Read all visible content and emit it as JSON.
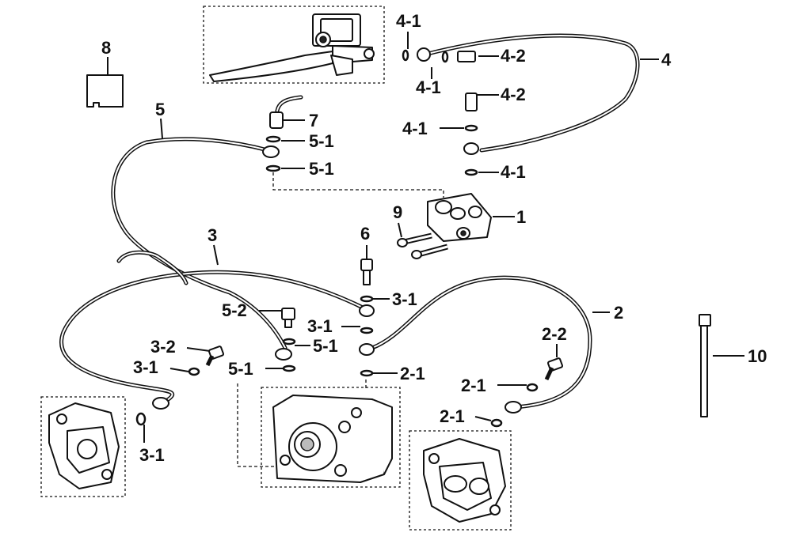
{
  "labels": {
    "l1": "1",
    "l2": "2",
    "l2_1a": "2-1",
    "l2_1b": "2-1",
    "l2_1c": "2-1",
    "l2_2": "2-2",
    "l3": "3",
    "l3_1a": "3-1",
    "l3_1b": "3-1",
    "l3_1c": "3-1",
    "l3_1d": "3-1",
    "l3_2": "3-2",
    "l4": "4",
    "l4_1a": "4-1",
    "l4_1b": "4-1",
    "l4_1c": "4-1",
    "l4_1d": "4-1",
    "l4_2a": "4-2",
    "l4_2b": "4-2",
    "l5": "5",
    "l5_1a": "5-1",
    "l5_1b": "5-1",
    "l5_1c": "5-1",
    "l5_1d": "5-1",
    "l5_2": "5-2",
    "l6": "6",
    "l7": "7",
    "l8": "8",
    "l9": "9",
    "l10": "10"
  }
}
